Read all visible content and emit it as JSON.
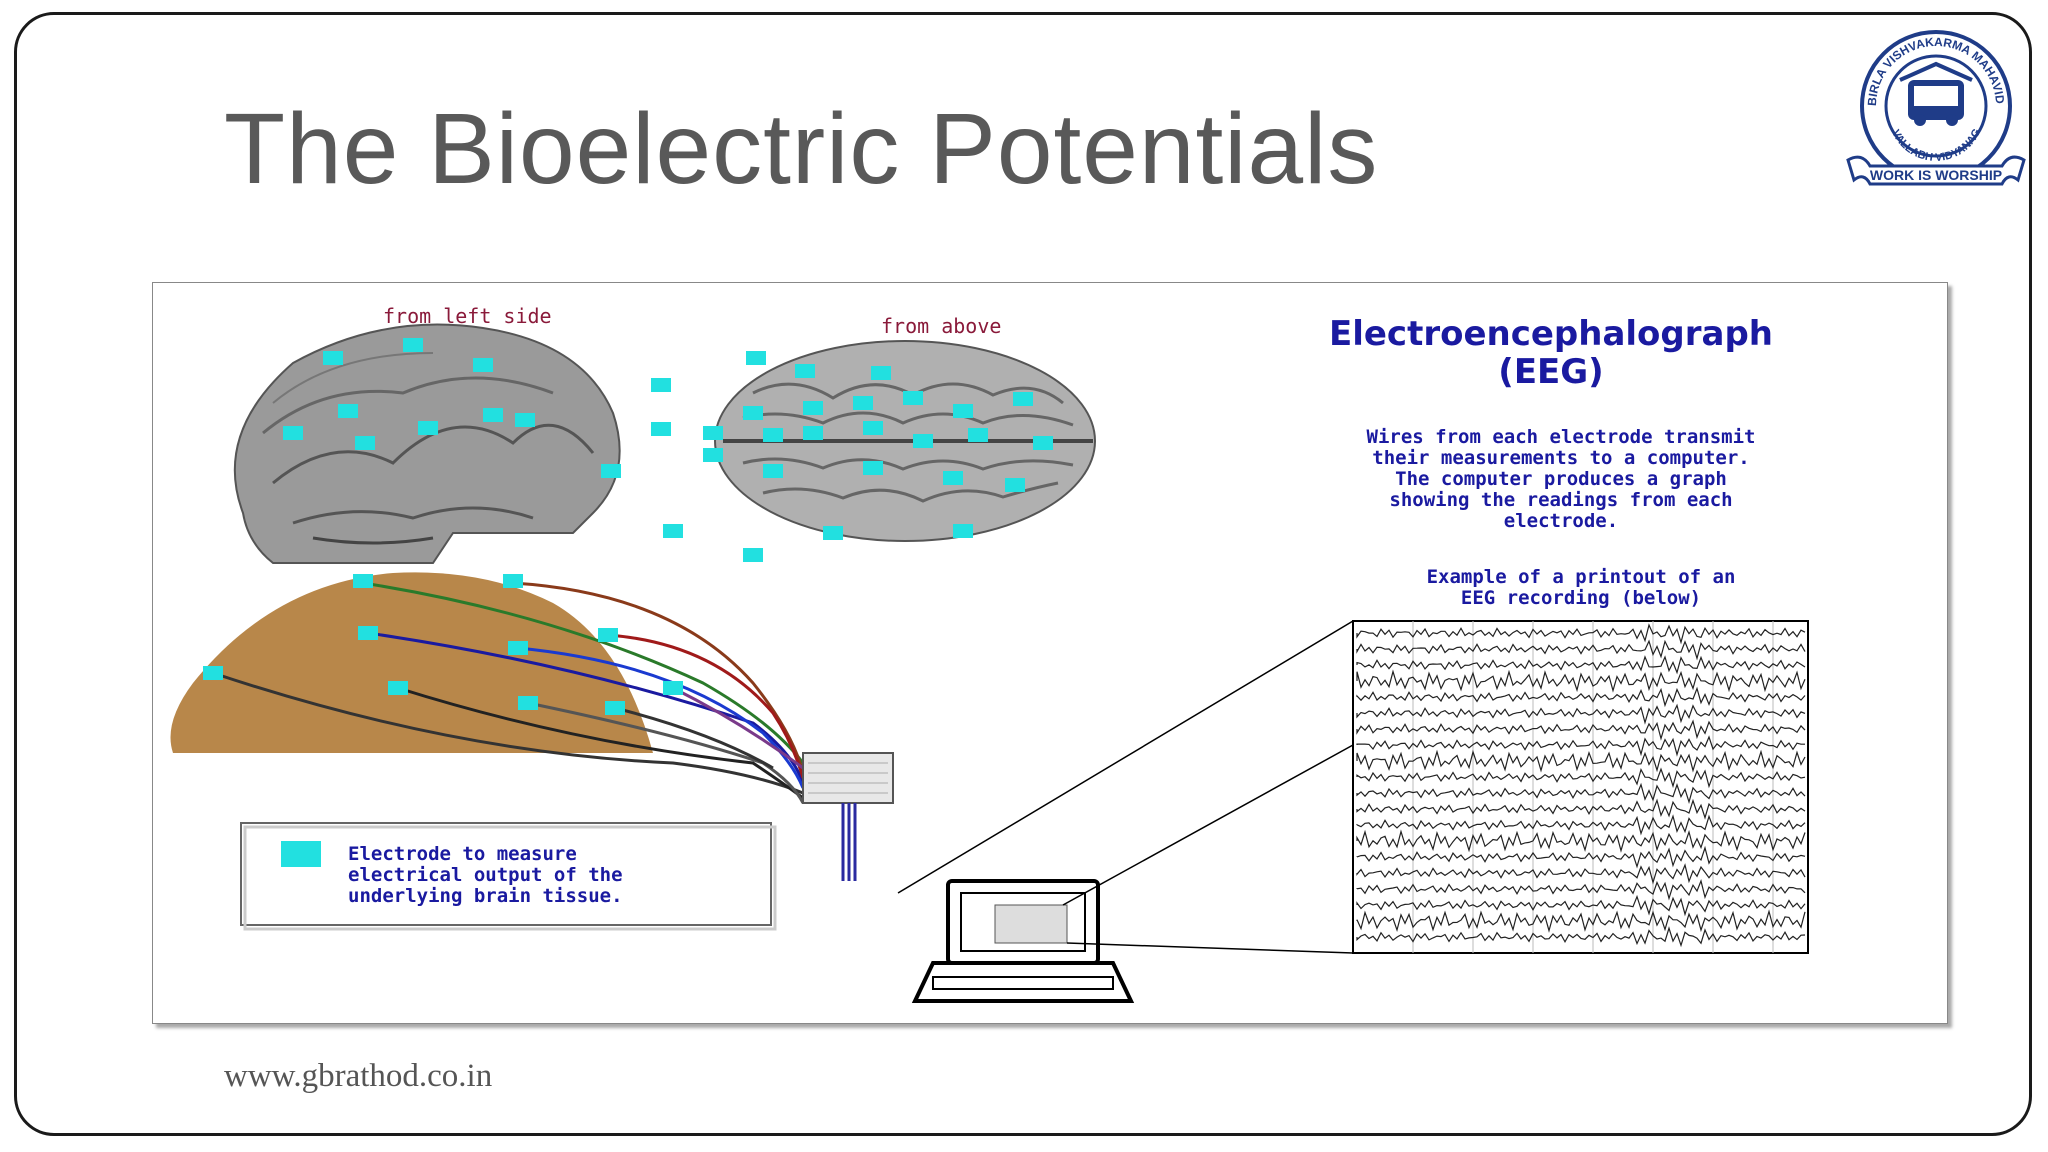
{
  "slide": {
    "title": "The Bioelectric Potentials",
    "footer_url": "www.gbrathod.co.in"
  },
  "logo": {
    "top_arc_text": "BIRLA VISHVAKARMA MAHAVIDYALAYA",
    "bottom_arc_text": "VALLABH VIDYANAGAR",
    "motto": "WORK IS WORSHIP"
  },
  "diagram": {
    "label_left_view": "from left side",
    "label_top_view": "from above",
    "heading_line1": "Electroencephalograph",
    "heading_line2": "(EEG)",
    "description": [
      "Wires from each electrode transmit",
      "their measurements to a computer.",
      "The computer produces a graph",
      "showing the readings from each",
      "electrode."
    ],
    "printout_caption": [
      "Example of a printout of an",
      "EEG recording (below)"
    ],
    "legend": [
      "Electrode to measure",
      "electrical output of the",
      "underlying brain tissue."
    ]
  },
  "colors": {
    "title": "#595959",
    "electrode": "#22e0e0",
    "label_text": "#1a1aa0",
    "view_label": "#8a1a3a",
    "head": "#b8874a",
    "logo": "#1f3c88"
  }
}
